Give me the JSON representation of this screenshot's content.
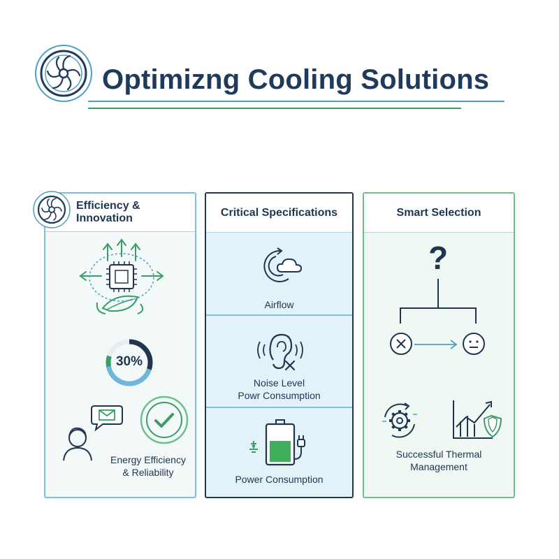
{
  "header": {
    "title": "Optimizng Cooling Solutions",
    "icon": "fan-icon"
  },
  "panels": [
    {
      "title": "Efficiency & Innovation",
      "gauge_value": "30%",
      "gauge_fraction": 0.3,
      "caption_line1": "Energy Efficiency",
      "caption_line2": "& Reliability",
      "icons": [
        "fan-icon",
        "cpu-chip-icon",
        "leaf-gear-icon",
        "gauge-icon",
        "person-icon",
        "mail-bubble-icon",
        "checkmark-badge-icon"
      ]
    },
    {
      "title": "Critical Specifications",
      "items": [
        {
          "label": "Airflow",
          "icon": "airflow-cloud-icon"
        },
        {
          "label_line1": "Noise Level",
          "label_line2": "Powr Consumption",
          "icon": "ear-muted-icon"
        },
        {
          "label": "Power Consumption",
          "icon": "battery-plug-icon"
        }
      ]
    },
    {
      "title": "Smart Selection",
      "question_mark": "?",
      "caption_line1": "Successful Thermal",
      "caption_line2": "Management",
      "icons": [
        "decision-tree-icon",
        "x-circle-icon",
        "neutral-face-icon",
        "gear-cycle-icon",
        "chart-shield-icon"
      ]
    }
  ],
  "colors": {
    "navy": "#1f3550",
    "blue": "#4aa0c4",
    "green": "#3a9d67",
    "light_blue": "#79bfe0",
    "light_green": "#6dc08a"
  }
}
